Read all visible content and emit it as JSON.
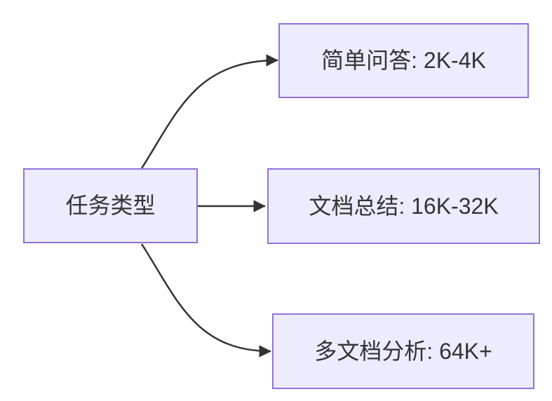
{
  "diagram": {
    "type": "flowchart",
    "direction": "left-to-right",
    "nodes": [
      {
        "id": "root",
        "label": "任务类型"
      },
      {
        "id": "simple-qa",
        "label": "简单问答: 2K-4K"
      },
      {
        "id": "doc-summary",
        "label": "文档总结: 16K-32K"
      },
      {
        "id": "multi-doc",
        "label": "多文档分析: 64K+"
      }
    ],
    "edges": [
      {
        "from": "任务类型",
        "to": "简单问答: 2K-4K"
      },
      {
        "from": "任务类型",
        "to": "文档总结: 16K-32K"
      },
      {
        "from": "任务类型",
        "to": "多文档分析: 64K+"
      }
    ],
    "colors": {
      "node_fill": "#ECECFF",
      "node_border": "#9370DB",
      "edge": "#333333",
      "text": "#333333",
      "background": "#FFFFFF"
    }
  }
}
